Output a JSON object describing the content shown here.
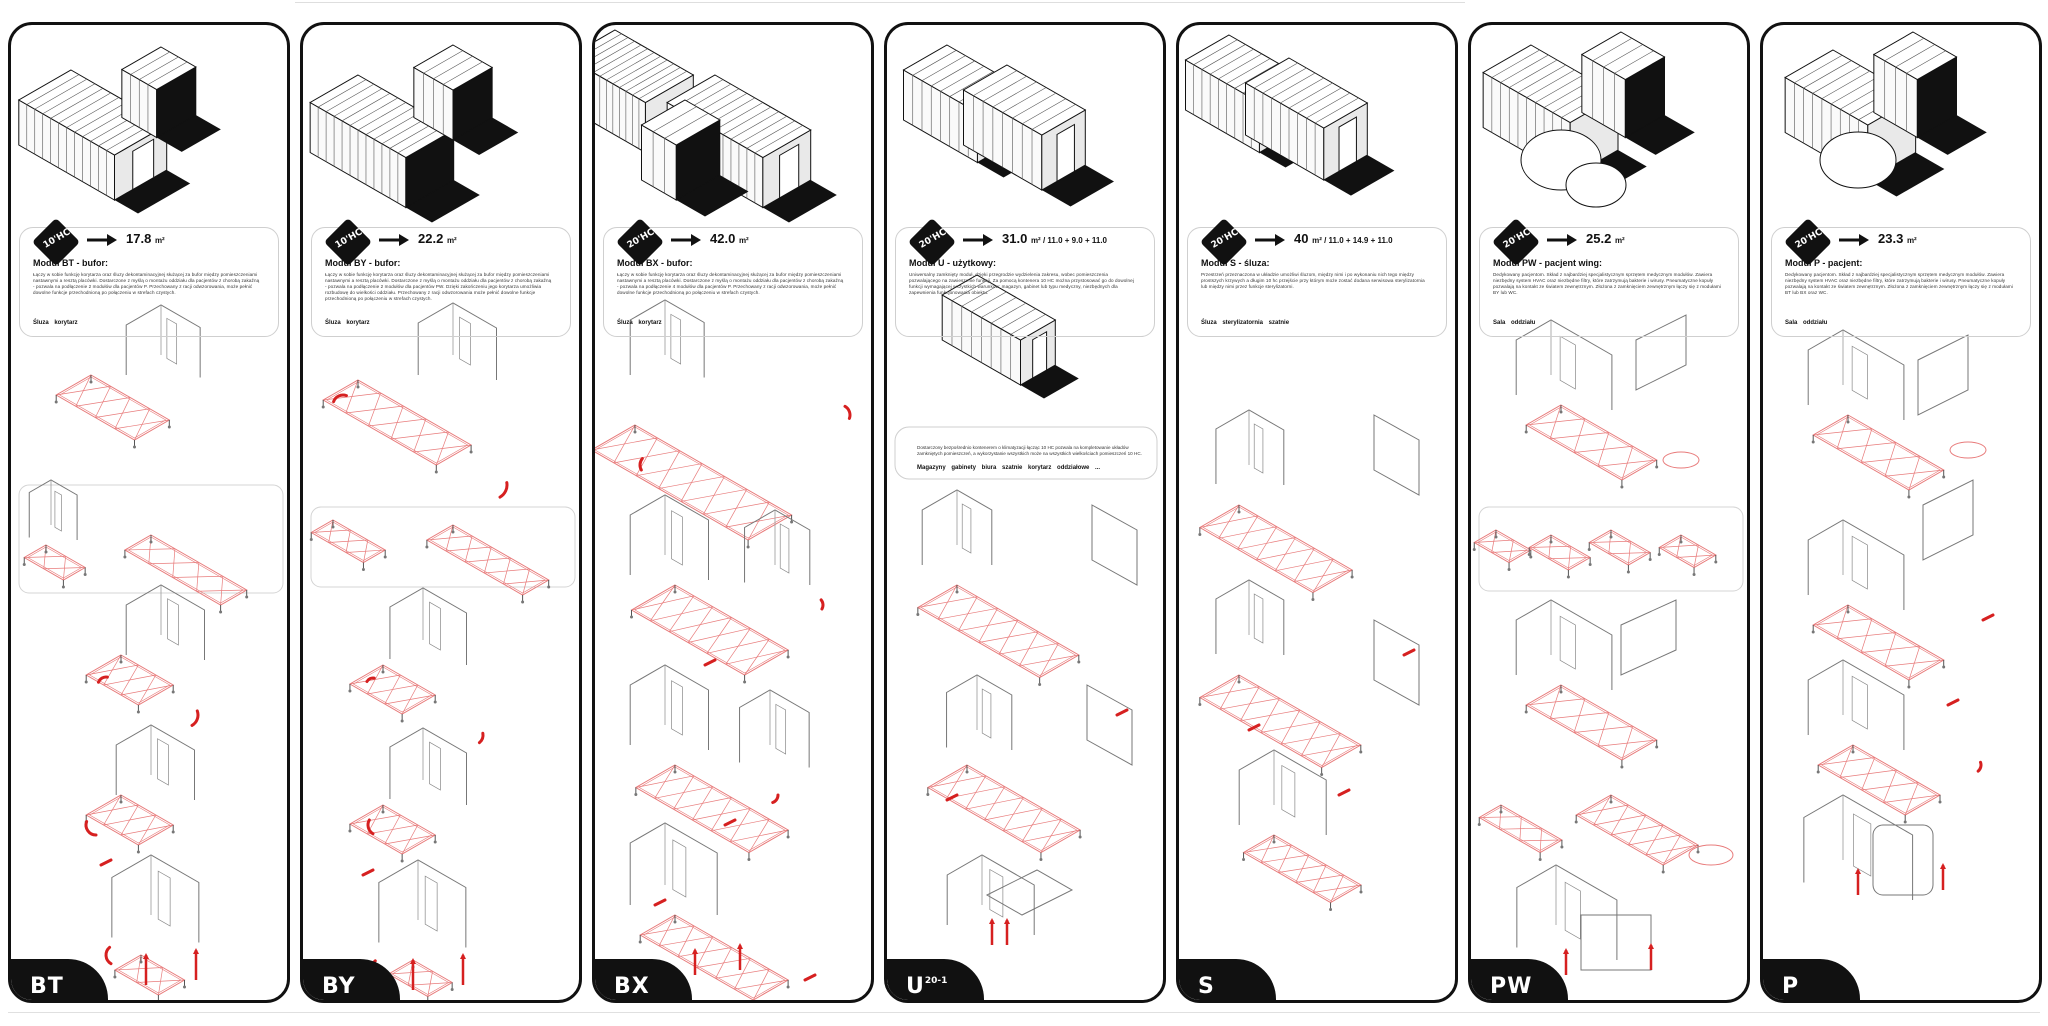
{
  "modules": [
    {
      "code": "BT",
      "sup": "",
      "badge": "10'HC",
      "capacity": "17.8",
      "unit": "m²",
      "title": "Moduł BT - bufor:",
      "description": "Łączy w sobie funkcję korytarza oraz śluzy dekontaminacyjnej służącej za bufor między pomieszczeniami nastawnymi a resztą placówki. Dostarczone z myślą o montażu oddziału dla pacjentów z chorobą zakaźną - pozwala na podłączenie 2 modułów dla pacjentów P. Przechowany z racji odwzorowania, może pełnić dowolne funkcje przechodnioną po połączeniu w strefach czystych.",
      "tags": "Śluza korytarz"
    },
    {
      "code": "BY",
      "sup": "",
      "badge": "10'HC",
      "capacity": "22.2",
      "unit": "m²",
      "title": "Moduł BY - bufor:",
      "description": "Łączy w sobie funkcję korytarza oraz śluzy dekontaminacyjnej służącej za bufor między pomieszczeniami nastawnymi a resztą placówki. Dostarczone z myślą o montażu oddziału dla pacjentów z chorobą zakaźną - pozwala na podłączenie 2 modułów dla pacjentów PW. Dzięki zakończeniu jego korytarza umożliwia rozbudowę do wielkości oddziału. Przechowany z racji odwzorowania może pełnić dowolne funkcje przechodnioną po połączeniu w strefach czystych.",
      "tags": "Śluza korytarz"
    },
    {
      "code": "BX",
      "sup": "",
      "badge": "20'HC",
      "capacity": "42.0",
      "unit": "m²",
      "title": "Moduł BX - bufor:",
      "description": "Łączy w sobie funkcję korytarza oraz śluzy dekontaminacyjnej służącej za bufor między pomieszczeniami nastawnymi a resztą placówki. Dostarczone z myślą o montażu oddziału dla pacjentów z chorobą zakaźną - pozwala na podłączenie 4 modułów dla pacjentów P. Przechowany z racji odwzorowania, może pełnić dowolne funkcje przechodnioną po połączeniu w strefach czystych.",
      "tags": "Śluza korytarz"
    },
    {
      "code": "U",
      "sup": "20-1",
      "badge": "20'HC",
      "capacity": "31.0",
      "unit": "m² / 11.0 + 9.0 + 11.0",
      "title": "Moduł U - użytkowy:",
      "description": "Uniwersalny zamknięty moduł, dzięki przegrodzie wydzielenia zakresu, wobec pomieszczenia pozwalającego na zawieszenie funkcji. Za pomocą kontenera 10 HC można przystosować go do dowolnej funkcji wymagającej wszystkich warunków: magazyn, gabinet lub typu medyczny, niezbędnych dla zapewnienia funkcjonowania obiektu.",
      "tags": "",
      "extra_description": "Dostarczony bezpośrednio kontenerem o klimatyzacji łącząc 10 HC pozwala na kompletowanie układów zamkniętych pomieszczeń, a wykorzystanie wszystkich może na wszystkich wielkościach pomieszczeń 10 HC.",
      "extra_tags": "Magazyny gabinety biura szatnie korytarz oddziałowe ..."
    },
    {
      "code": "S",
      "sup": "",
      "badge": "20'HC",
      "capacity": "40",
      "unit": "m² / 11.0 + 14.9 + 11.0",
      "title": "Moduł S - śluza:",
      "description": "Przestrzeń przeznaczona w układzie umożliwi śluzom, między nimi i po wykonaniu nich tego między prostszych krzywych a długim 10 hc przejście przy którym może zostać dodana serwisowa sterylizatornia lub między nimi przez funkcje sterylizatorni.",
      "tags": "Śluza sterylizatornia szatnie"
    },
    {
      "code": "PW",
      "sup": "",
      "badge": "20'HC",
      "capacity": "25.2",
      "unit": "m²",
      "title": "Moduł PW - pacjent wing:",
      "description": "Dedykowany pacjentom. Skład z najbardziej specjalistycznym sprzętem medycznym modułów. Zawiera niezbędny system HVAC oraz niezbędne filtry, które zatrzymują bakterie i wirusy. Pneumatyczne kopuły pozwalają na kontakt ze światem zewnętrznym. Złożona z zamknięciem zewnętrznym łączy się z modułami BY lub WC.",
      "tags": "Sala oddziału"
    },
    {
      "code": "P",
      "sup": "",
      "badge": "20'HC",
      "capacity": "23.3",
      "unit": "m²",
      "title": "Moduł P - pacjent:",
      "description": "Dedykowany pacjentom. Skład z najbardziej specjalistycznym sprzętem medycznym modułów. Zawiera niezbędny system HVAC oraz niezbędne filtry, które zatrzymują bakterie i wirusy. Pneumatyczne kopuły pozwalają na kontakt ze światem zewnętrznym. Złożona z zamknięciem zewnętrznym łączy się z modułami BT lub BX oraz WC.",
      "tags": "Sala oddziału"
    }
  ],
  "colors": {
    "ink": "#111111",
    "accent": "#d62020",
    "assembly": "#e87b7b"
  }
}
